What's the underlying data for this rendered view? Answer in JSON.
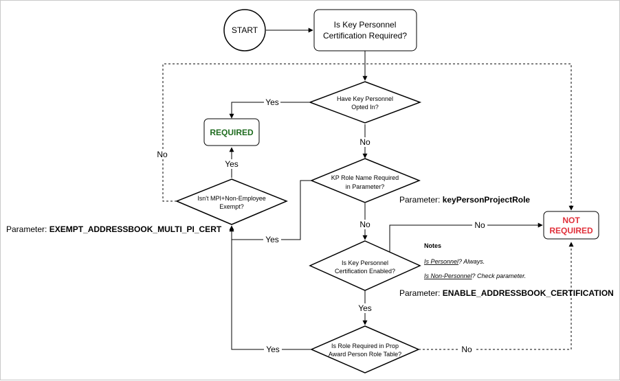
{
  "nodes": {
    "start": "START",
    "q1": [
      "Is Key Personnel",
      "Certification Required?"
    ],
    "q2": [
      "Have Key Personnel",
      "Opted In?"
    ],
    "required": "REQUIRED",
    "q3": [
      "KP Role Name Required",
      "in Parameter?"
    ],
    "q4": [
      "Isn't MPI+Non-Employee",
      "Exempt?"
    ],
    "not_required": [
      "NOT",
      "REQUIRED"
    ],
    "q5": [
      "Is Key Personnel",
      "Certification Enabled?"
    ],
    "q6": [
      "Is Role Required in Prop",
      "Award Person Role Table?"
    ]
  },
  "edges": {
    "yes": "Yes",
    "no": "No"
  },
  "params": {
    "prefix": "Parameter: ",
    "kp_role": "keyPersonProjectRole",
    "exempt": "EXEMPT_ADDRESSBOOK_MULTI_PI_CERT",
    "enable": "ENABLE_ADDRESSBOOK_CERTIFICATION"
  },
  "notes": {
    "title": "Notes",
    "line1_u": "Is Personnel",
    "line1_rest": "? Always.",
    "line2_u": "Is Non-Personnel",
    "line2_rest": "? Check parameter."
  }
}
